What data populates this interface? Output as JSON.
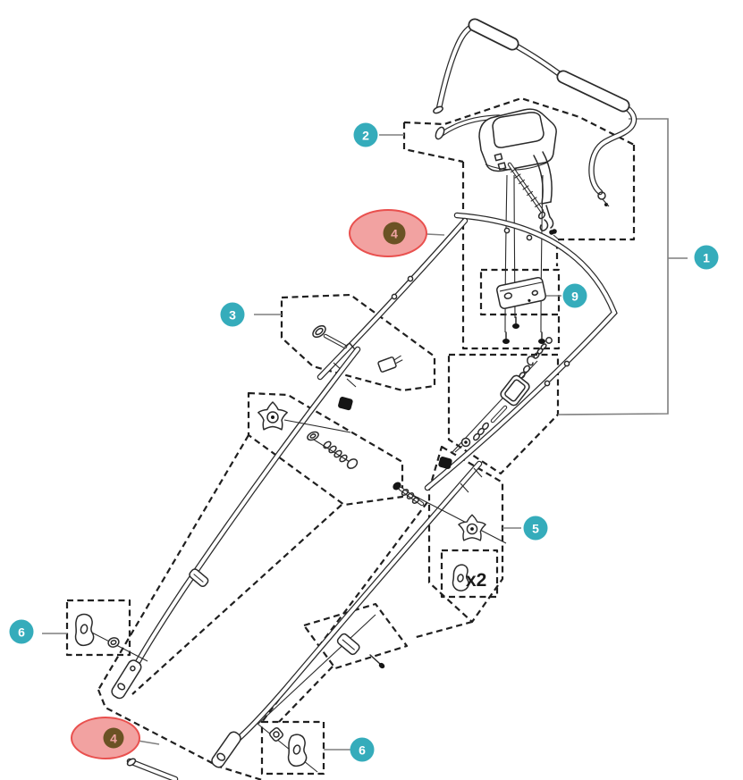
{
  "diagram_type": "exploded-parts-diagram",
  "quantity_badge": "x2",
  "callouts": [
    {
      "label": "1",
      "variant": "standard"
    },
    {
      "label": "2",
      "variant": "standard"
    },
    {
      "label": "3",
      "variant": "standard"
    },
    {
      "label": "4",
      "variant": "highlighted"
    },
    {
      "label": "9",
      "variant": "standard"
    },
    {
      "label": "5",
      "variant": "standard"
    },
    {
      "label": "6",
      "variant": "standard"
    },
    {
      "label": "4",
      "variant": "highlighted"
    },
    {
      "label": "6",
      "variant": "standard"
    }
  ],
  "colors": {
    "background": "#ffffff",
    "line": "#2a2a2a",
    "dashed_line": "#1f1f1f",
    "leader_line": "#7f7f7f",
    "callout_fill": "#35acbb",
    "callout_text": "#ffffff",
    "highlight_ellipse_fill": "#f2a2a1",
    "highlight_ellipse_border": "#e9504e",
    "highlight_disc_fill": "#6b5224",
    "highlight_disc_text": "#f0a3a2"
  }
}
